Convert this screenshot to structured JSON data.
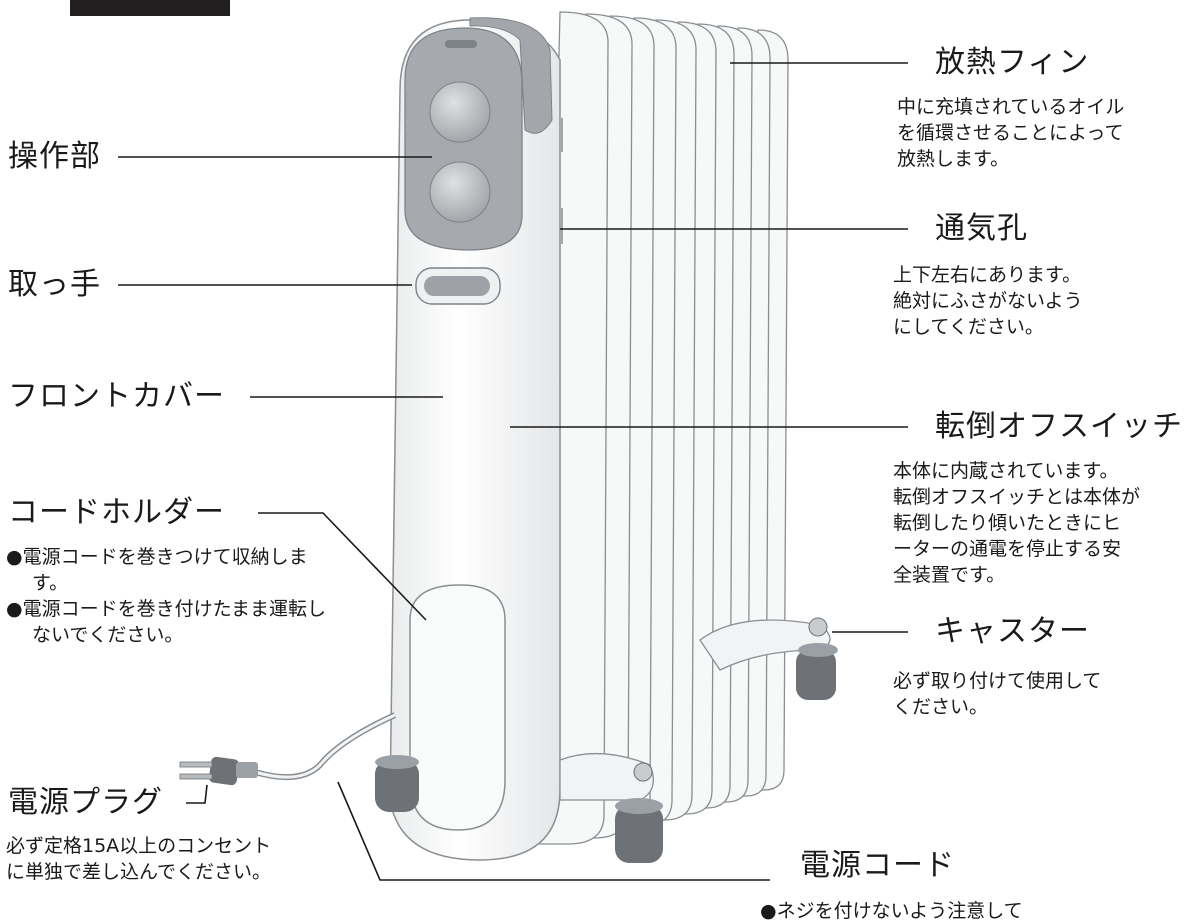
{
  "top_tab": "",
  "labels": {
    "control": "操作部",
    "handle": "取っ手",
    "front_cover": "フロントカバー",
    "cord_holder": "コードホルダー",
    "plug": "電源プラグ",
    "fins": "放熱フィン",
    "vent": "通気孔",
    "tip_switch": "転倒オフスイッチ",
    "caster": "キャスター",
    "power_cord": "電源コード"
  },
  "descriptions": {
    "cord_holder": [
      "●電源コードを巻きつけて収納します。",
      "●電源コードを巻き付けたまま運転しないでください。"
    ],
    "plug": "必ず定格15A以上のコンセント\nに単独で差し込んでください。",
    "fins": "中に充填されているオイル\nを循環させることによって\n放熱します。",
    "vent": "上下左右にあります。\n絶対にふさがないよう\nにしてください。",
    "tip_switch": "本体に内蔵されています。\n転倒オフスイッチとは本体が\n転倒したり傾いたときにヒ\nーターの通電を停止する安\n全装置です。",
    "caster": "必ず取り付けて使用して\nください。",
    "power_cord": "●ネジを付けないよう注意して"
  },
  "colors": {
    "body": "#f4f5f5",
    "fin_edge": "#8a8f94",
    "panel": "#a6aaae",
    "knob": "#b9bcbf",
    "wheel": "#6e7276",
    "line": "#1a1a1a"
  }
}
